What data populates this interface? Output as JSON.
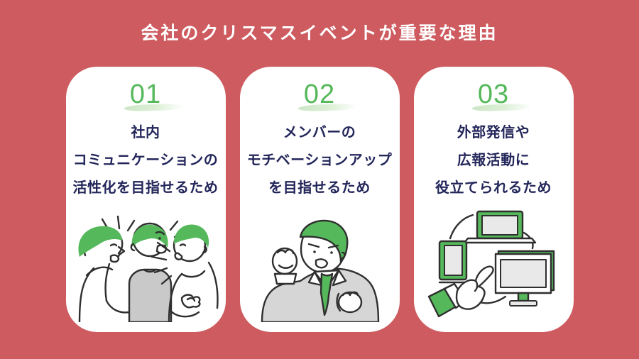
{
  "title": "会社のクリスマスイベントが重要な理由",
  "colors": {
    "background": "#cd5b5f",
    "card_background": "#ffffff",
    "accent_green": "#55b85a",
    "underline_green": "#d5ead0",
    "text_navy": "#23265a",
    "title_white": "#ffffff",
    "illustration_gray": "#d6d6d6",
    "outline_dark": "#2f2f2f"
  },
  "cards": [
    {
      "number": "01",
      "lines": [
        "社内",
        "コミュニケーションの",
        "活性化を目指せるため"
      ],
      "illustration": "three-colleagues-talking-icon"
    },
    {
      "number": "02",
      "lines": [
        "メンバーの",
        "モチベーションアップ",
        "を目指せるため"
      ],
      "illustration": "motivated-businessman-icon"
    },
    {
      "number": "03",
      "lines": [
        "外部発信や",
        "広報活動に",
        "役立てられるため"
      ],
      "illustration": "connected-devices-icon"
    }
  ]
}
